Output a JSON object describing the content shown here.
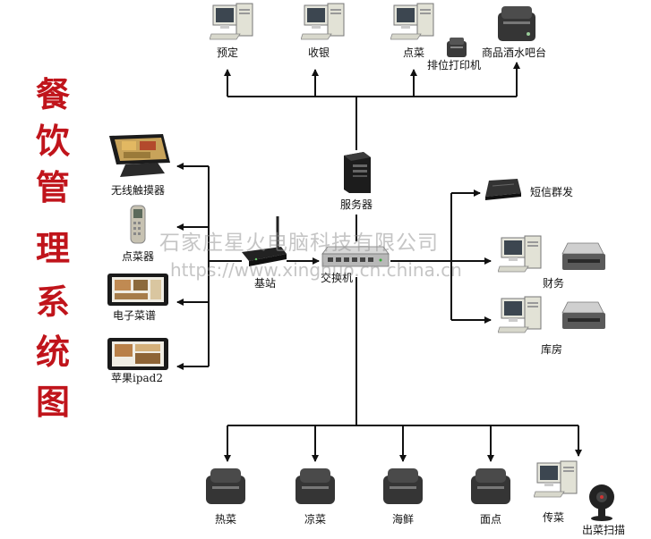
{
  "title": {
    "chars": [
      "餐",
      "饮",
      "管",
      "理",
      "系",
      "统",
      "图"
    ]
  },
  "watermark": {
    "line1": "石家庄星火电脑科技有限公司",
    "line2": "https://www.xinghuo.cn.china.cn"
  },
  "top_nodes": {
    "yuding": "预定",
    "shouyin": "收银",
    "diancai": "点菜",
    "paiwei_printer": "排位打印机",
    "bar": "商品酒水吧台"
  },
  "center": {
    "server": "服务器",
    "switch": "交换机",
    "base_station": "基站"
  },
  "left_nodes": {
    "touch": "无线触摸器",
    "ordering_device": "点菜器",
    "e_menu": "电子菜谱",
    "ipad": "苹果ipad2"
  },
  "right_nodes": {
    "sms": "短信群发",
    "finance": "财务",
    "warehouse": "库房"
  },
  "bottom_nodes": {
    "hot": "热菜",
    "cold": "凉菜",
    "seafood": "海鲜",
    "pastry": "面点",
    "pass": "传菜",
    "scan": "出菜扫描"
  },
  "colors": {
    "title": "#c0141b",
    "line": "#111111"
  }
}
